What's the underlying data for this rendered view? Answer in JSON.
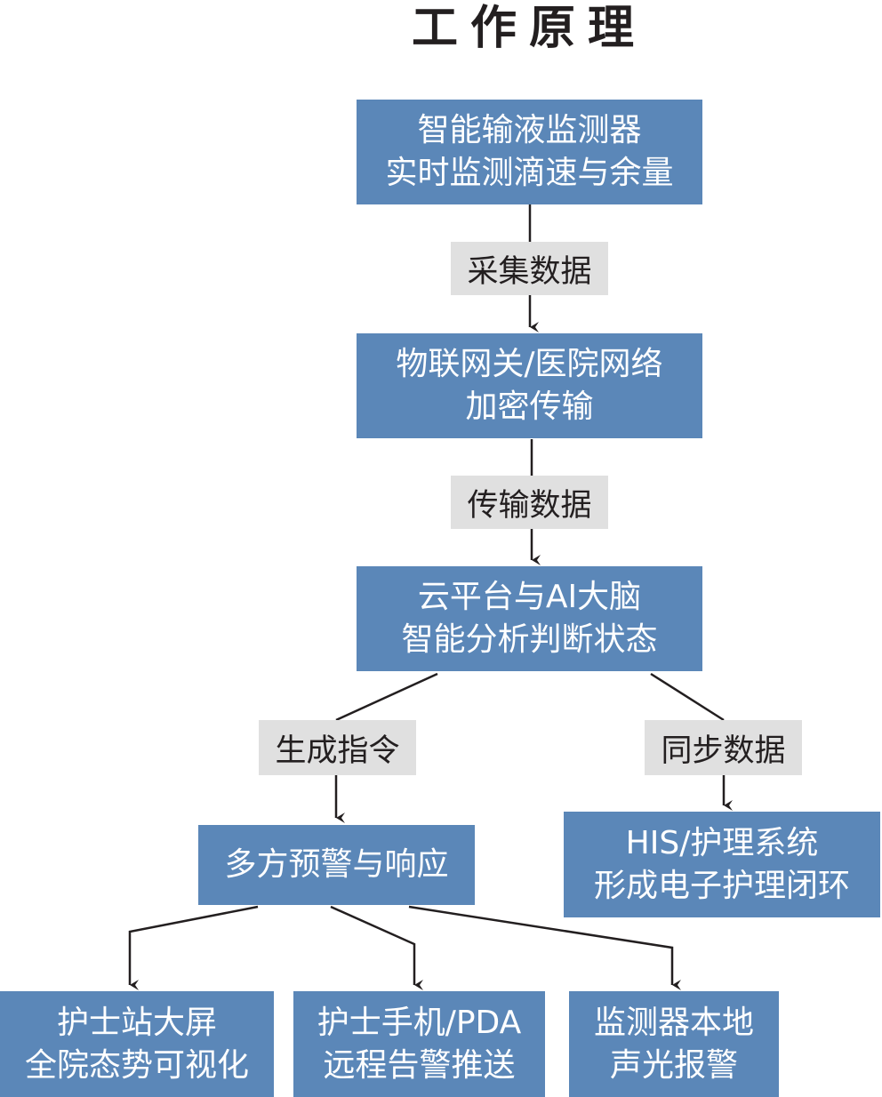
{
  "title": "工作原理",
  "nodes": {
    "monitor": [
      "智能输液监测器",
      "实时监测滴速与余量"
    ],
    "gateway": [
      "物联网关/医院网络",
      "加密传输"
    ],
    "cloud": [
      "云平台与AI大脑",
      "智能分析判断状态"
    ],
    "alert": [
      "多方预警与响应"
    ],
    "his": [
      "HIS/护理系统",
      "形成电子护理闭环"
    ],
    "station": [
      "护士站大屏",
      "全院态势可视化"
    ],
    "phone": [
      "护士手机/PDA",
      "远程告警推送"
    ],
    "local": [
      "监测器本地",
      "声光报警"
    ]
  },
  "edge_labels": {
    "collect": "采集数据",
    "transmit": "传输数据",
    "command": "生成指令",
    "sync": "同步数据"
  },
  "colors": {
    "node_fill": "#5b87b8",
    "label_fill": "#e0e0e0",
    "line": "#231f20"
  }
}
